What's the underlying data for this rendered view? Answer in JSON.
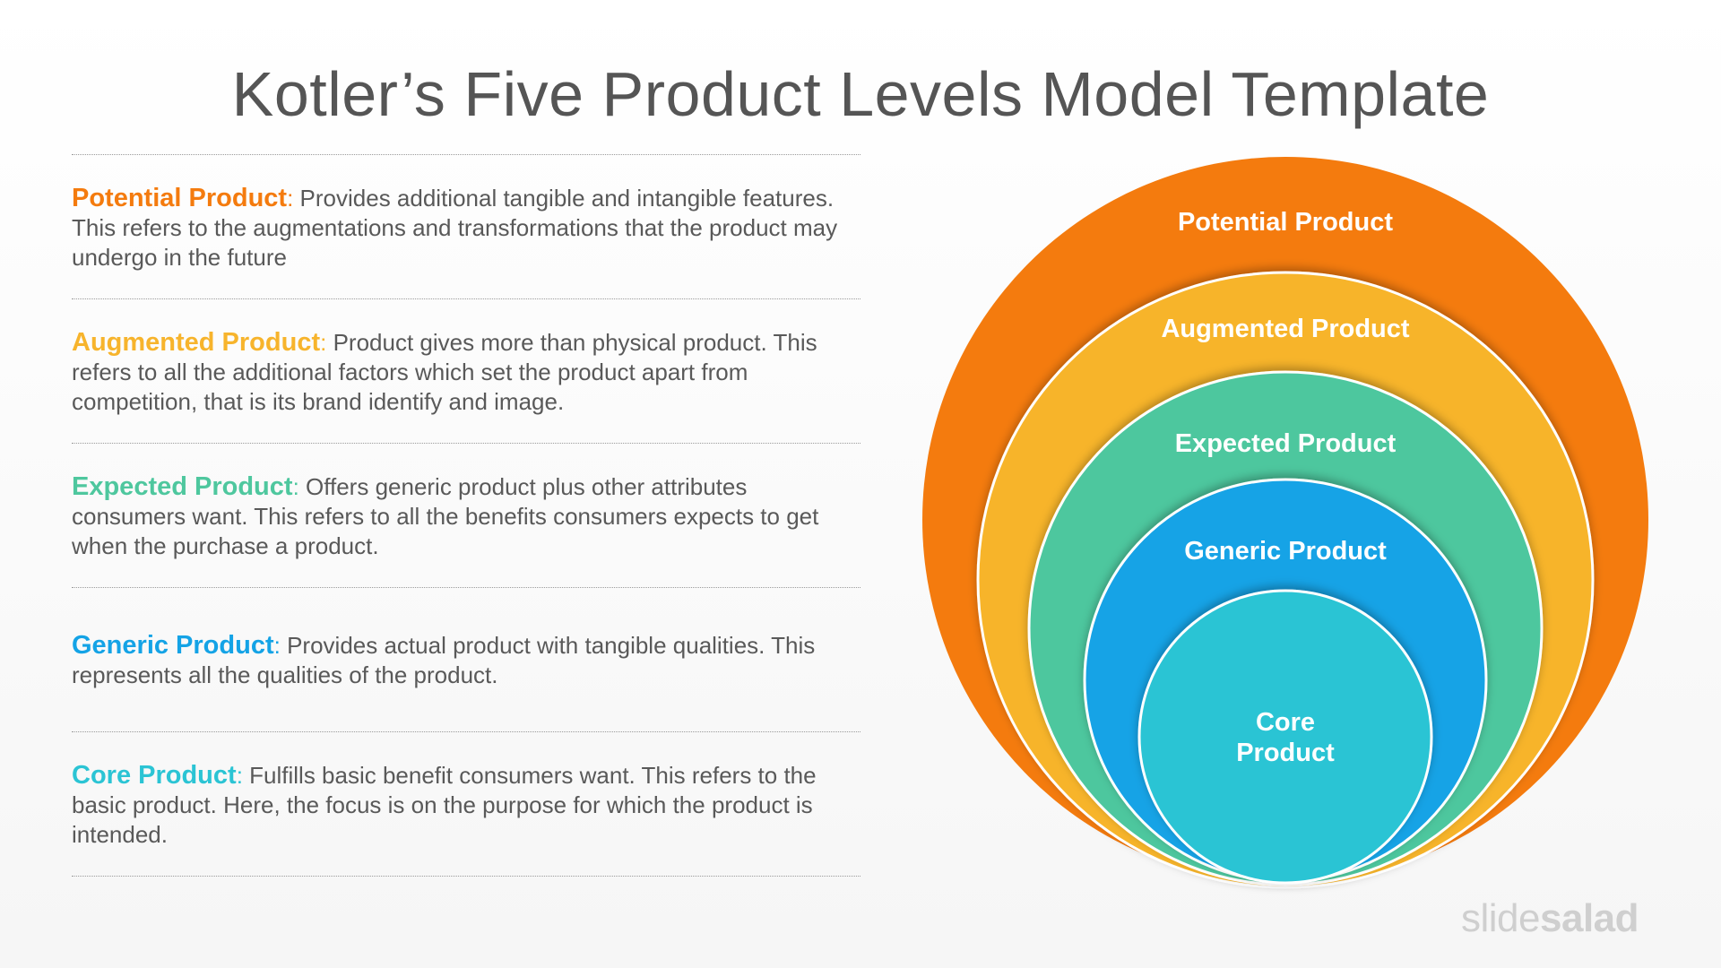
{
  "title": "Kotler’s Five Product Levels Model Template",
  "levels": [
    {
      "name": "Potential Product",
      "separator": ":",
      "description": " Provides additional tangible and intangible features. This refers to the augmentations and transformations that the product may undergo in the future",
      "color": "#f47b0e"
    },
    {
      "name": "Augmented Product",
      "separator": ":",
      "description": " Product gives more than physical product. This refers to all the additional factors which set the product apart from competition, that is its brand identify and image.",
      "color": "#f7b42c"
    },
    {
      "name": "Expected Product",
      "separator": ":",
      "description": " Offers generic product plus other attributes consumers want. This refers to all the benefits consumers expects to get when the purchase a product.",
      "color": "#4ec79e"
    },
    {
      "name": "Generic Product",
      "separator": ":",
      "description": " Provides actual product with tangible qualities. This represents all the qualities of the product.",
      "color": "#14a3e6"
    },
    {
      "name": "Core Product",
      "separator": ":",
      "description": " Fulfills basic benefit consumers want. This refers to the basic product. Here, the focus is on the purpose for which the product is intended.",
      "color": "#2bc4d4"
    }
  ],
  "rings": [
    {
      "label": "Potential Product",
      "color": "#f47b0e"
    },
    {
      "label": "Augmented Product",
      "color": "#f7b42c"
    },
    {
      "label": "Expected Product",
      "color": "#4ec79e"
    },
    {
      "label": "Generic Product",
      "color": "#14a3e6"
    },
    {
      "label_line1": "Core",
      "label_line2": "Product",
      "color": "#2bc4d4"
    }
  ],
  "brand": {
    "part1": "slide",
    "part2": "salad"
  }
}
